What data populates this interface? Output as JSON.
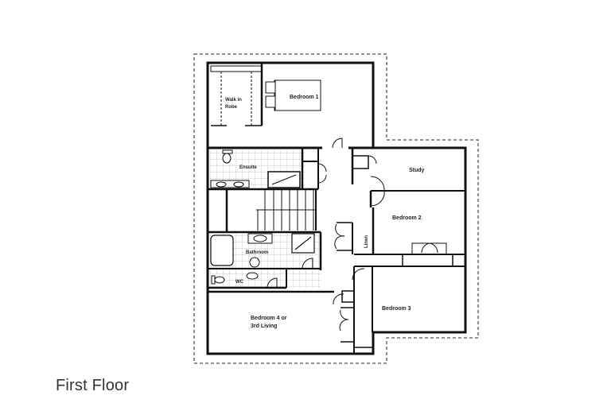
{
  "title": "First Floor",
  "colors": {
    "wall": "#111111",
    "boundary": "#222222",
    "tile_grid": "#bbbbbb",
    "text": "#222222",
    "background": "#ffffff"
  },
  "rooms": {
    "bedroom1": "Bedroom 1",
    "walk_in_robe_line1": "Walk in",
    "walk_in_robe_line2": "Robe",
    "ensuite": "Ensuite",
    "study": "Study",
    "bedroom2": "Bedroom 2",
    "linen": "Linen",
    "bathroom": "Bathroom",
    "wc": "WC",
    "bedroom3": "Bedroom 3",
    "bedroom4_line1": "Bedroom 4 or",
    "bedroom4_line2": "3rd Living"
  }
}
